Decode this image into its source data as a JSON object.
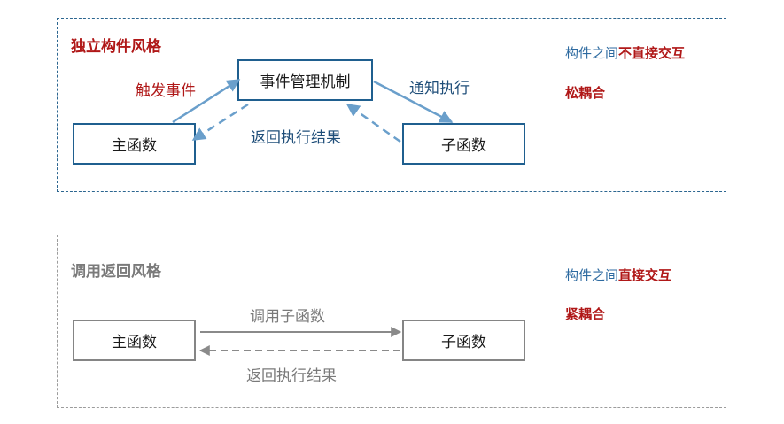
{
  "event_style": {
    "title": "独立构件风格",
    "event_mechanism": "事件管理机制",
    "main_function": "主函数",
    "sub_function": "子函数",
    "trigger_label": "触发事件",
    "notify_label": "通知执行",
    "return_label": "返回执行结果",
    "note_prefix": "构件之间",
    "note_emphasis": "不直接交互",
    "coupling": "松耦合"
  },
  "call_return_style": {
    "title": "调用返回风格",
    "main_function": "主函数",
    "sub_function": "子函数",
    "call_label": "调用子函数",
    "return_label": "返回执行结果",
    "note_prefix": "构件之间",
    "note_emphasis": "直接交互",
    "coupling": "紧耦合"
  },
  "colors": {
    "blue_border": "#2c6690",
    "arrow_blue": "#6a9fcb",
    "accent_red": "#b01818",
    "note_blue": "#2d6aa0",
    "gray_border": "#9c9c9c",
    "arrow_gray": "#8a8a8a"
  }
}
